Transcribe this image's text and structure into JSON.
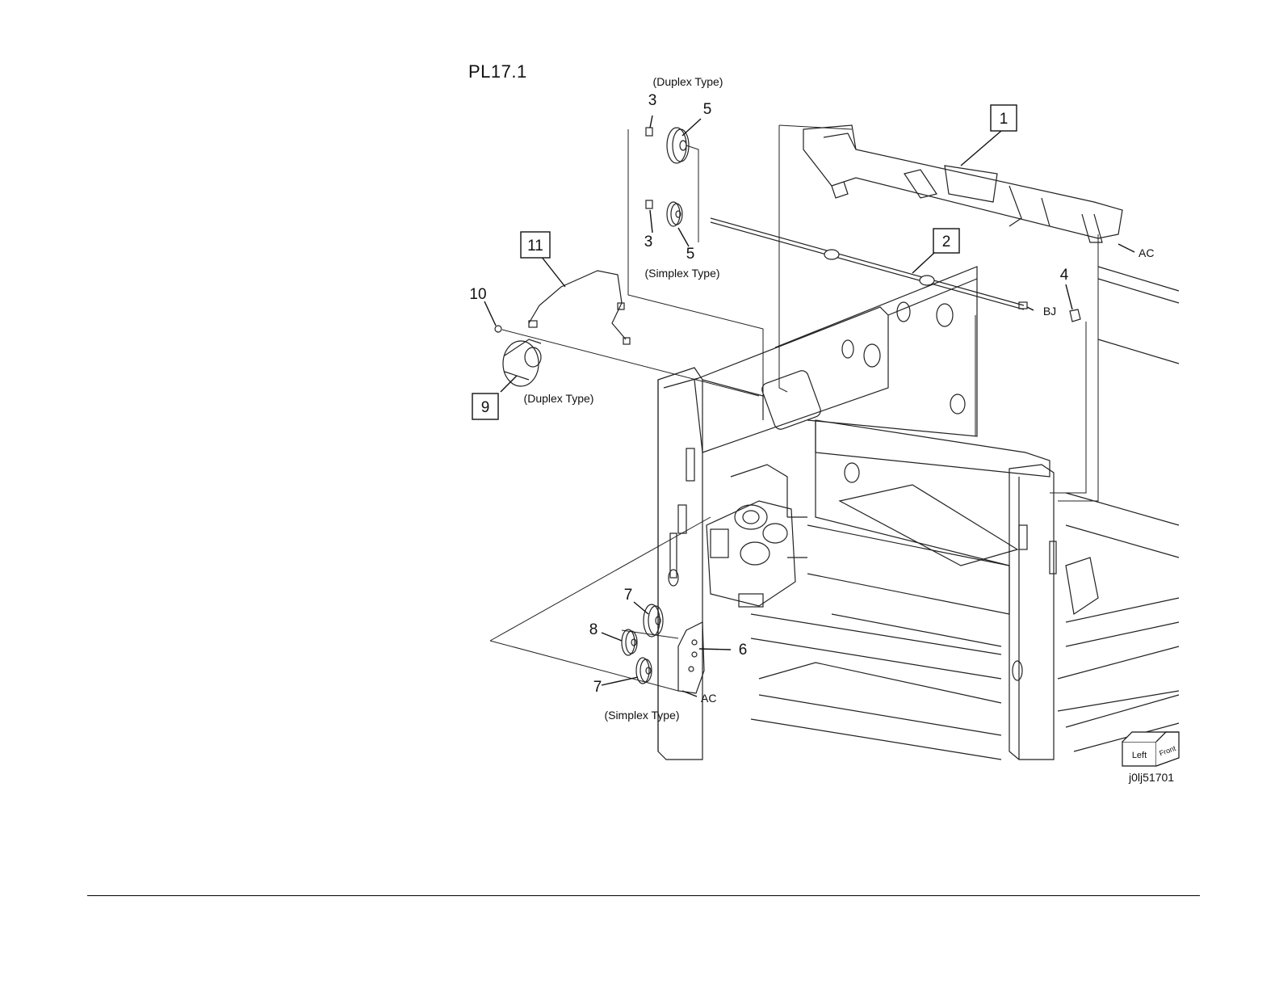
{
  "page": {
    "title": "PL17.1",
    "figure_id": "j0lj51701"
  },
  "callouts": {
    "c1": "1",
    "c2": "2",
    "c3a": "3",
    "c3b": "3",
    "c4": "4",
    "c5a": "5",
    "c5b": "5",
    "c6": "6",
    "c7a": "7",
    "c7b": "7",
    "c8": "8",
    "c9": "9",
    "c10": "10",
    "c11": "11"
  },
  "notes": {
    "duplex_top": "(Duplex Type)",
    "simplex_top": "(Simplex Type)",
    "duplex_motor": "(Duplex Type)",
    "simplex_bottom": "(Simplex Type)",
    "ac_top": "AC",
    "bj": "BJ",
    "ac_bottom": "AC"
  },
  "orientation_cube": {
    "left": "Left",
    "front": "Front"
  }
}
